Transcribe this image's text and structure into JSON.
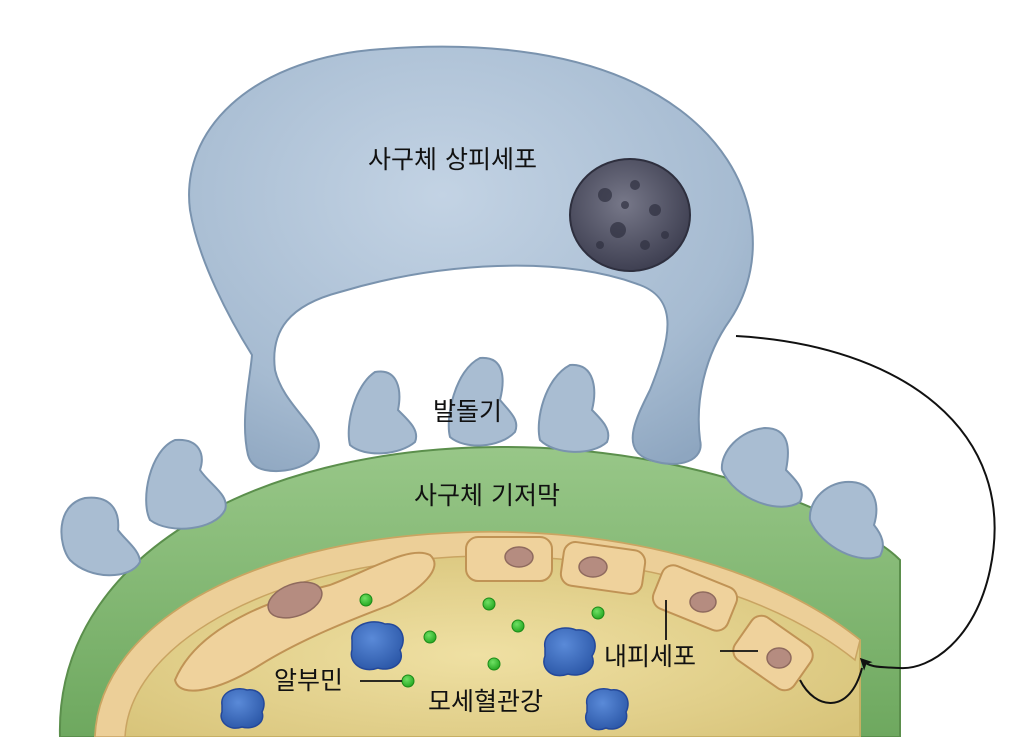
{
  "labels": {
    "podocyte": "사구체 상피세포",
    "foot_process": "발돌기",
    "basement_membrane": "사구체 기저막",
    "endothelial_cell": "내피세포",
    "albumin": "알부민",
    "capillary_lumen": "모세혈관강"
  },
  "colors": {
    "podocyte": "#a9bdd2",
    "podocyte_nucleus": "#55566a",
    "basement_membrane": "#82b673",
    "capillary_lumen": "#e6d48f",
    "endothelium": "#eccf98",
    "endothelial_nucleus": "#b58c80",
    "albumin": "#3fc23a",
    "protein_blob": "#3a6cc0",
    "leader_line": "#111111"
  }
}
